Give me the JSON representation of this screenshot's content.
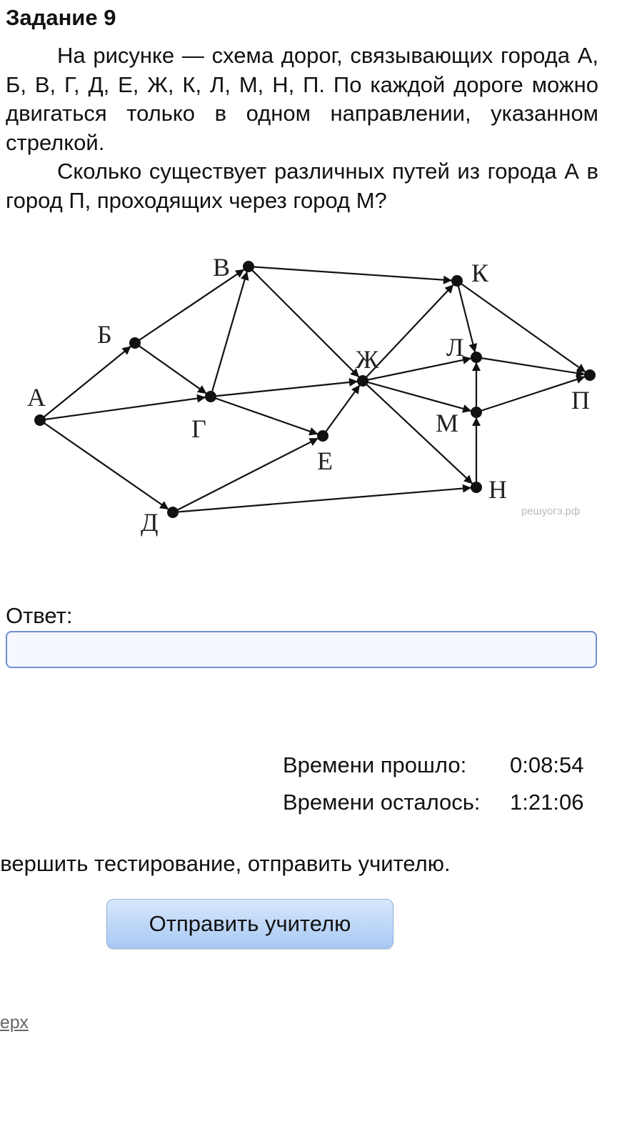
{
  "task": {
    "title": "Задание 9",
    "paragraph1": "На рисунке — схема дорог, связывающих го­рода А, Б, В, Г, Д, Е, Ж, К, Л, М, Н, П. По каждой доро­ге можно двигаться только в одном направлении, указанном стрелкой.",
    "paragraph2": "Сколько существует различных путей из горо­да А в город П, проходящих через город М?"
  },
  "graph": {
    "nodes": {
      "A": "А",
      "B": "Б",
      "V": "В",
      "G": "Г",
      "D": "Д",
      "E": "Е",
      "ZH": "Ж",
      "K": "К",
      "L": "Л",
      "M": "М",
      "N": "Н",
      "P": "П"
    },
    "watermark": "решуогэ.рф"
  },
  "answer": {
    "label": "Ответ:",
    "value": "",
    "placeholder": ""
  },
  "timers": {
    "elapsed_label": "Времени прошло:",
    "elapsed_value": "0:08:54",
    "remaining_label": "Времени осталось:",
    "remaining_value": "1:21:06"
  },
  "finish": {
    "text": "авершить тестирование, отправить учителю.",
    "button_label": "Отправить учителю"
  },
  "footer": {
    "top_link": "аверх"
  },
  "colors": {
    "input_border": "#6f8fcf",
    "button_top": "#d7e7fb",
    "button_bottom": "#a8c9f3"
  }
}
